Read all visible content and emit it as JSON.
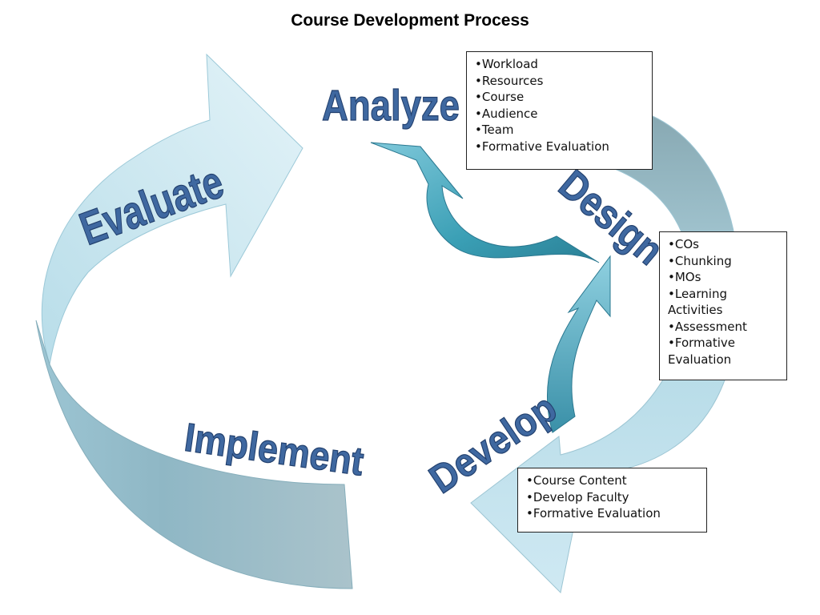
{
  "title": "Course Development Process",
  "colors": {
    "arrow_light": "#cfe9f3",
    "arrow_dark": "#86aebb",
    "arrow_teal": "#3a9fb5",
    "phase_text": "#3f68a0",
    "phase_outline": "#22406e"
  },
  "phases": {
    "analyze": "Analyze",
    "design": "Design",
    "develop": "Develop",
    "implement": "Implement",
    "evaluate": "Evaluate"
  },
  "boxes": {
    "analyze": [
      "Workload",
      "Resources",
      "Course",
      "Audience",
      "Team",
      "Formative Evaluation"
    ],
    "design": [
      "COs",
      "Chunking",
      "MOs",
      "Learning Activities",
      "Assessment",
      "Formative Evaluation"
    ],
    "develop": [
      "Course Content",
      "Develop Faculty",
      "Formative Evaluation"
    ]
  }
}
